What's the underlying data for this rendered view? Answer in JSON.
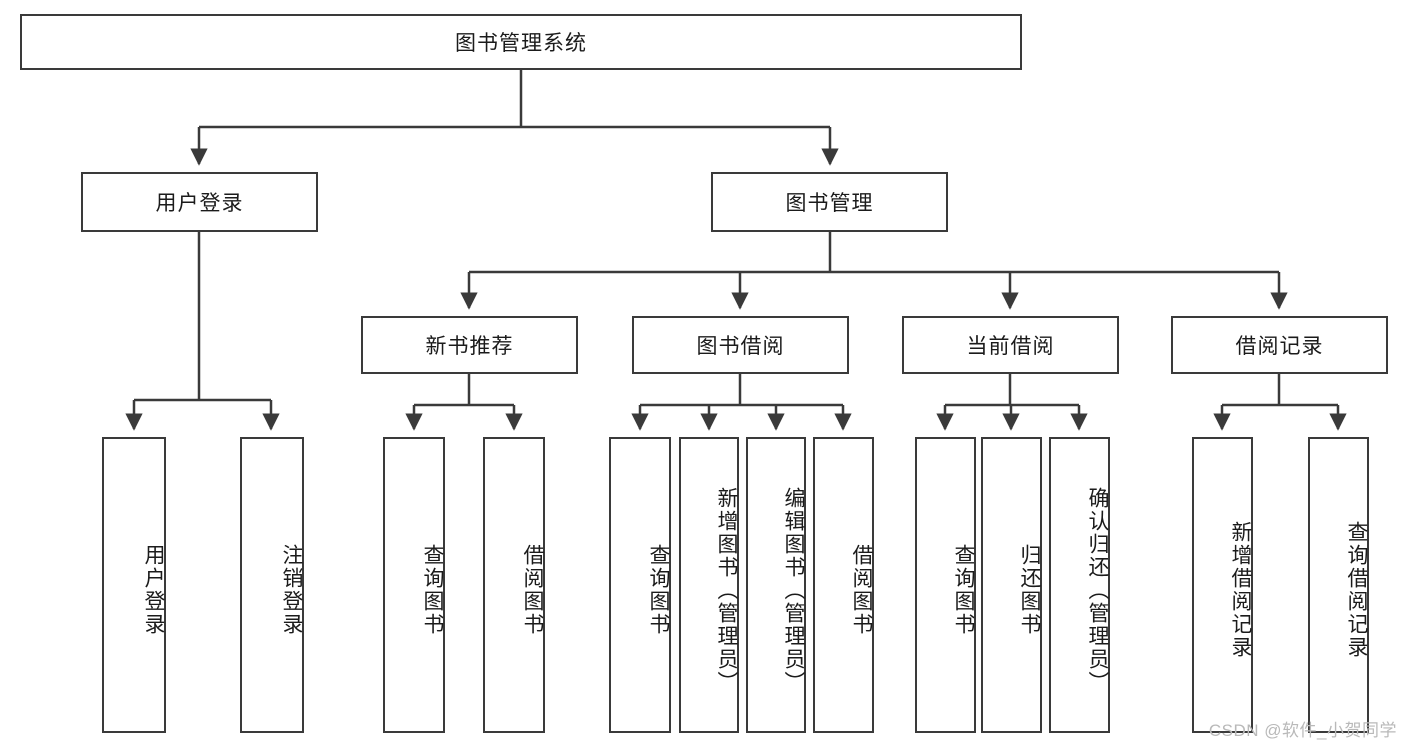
{
  "diagram": {
    "type": "tree-hierarchy",
    "title": "图书管理系统",
    "root": {
      "id": "root",
      "label": "图书管理系统"
    },
    "level2": [
      {
        "id": "user-login",
        "label": "用户登录"
      },
      {
        "id": "book-manage",
        "label": "图书管理"
      }
    ],
    "level3": [
      {
        "id": "new-book-rec",
        "label": "新书推荐",
        "parent": "book-manage"
      },
      {
        "id": "book-borrow",
        "label": "图书借阅",
        "parent": "book-manage"
      },
      {
        "id": "current-borrow",
        "label": "当前借阅",
        "parent": "book-manage"
      },
      {
        "id": "borrow-record",
        "label": "借阅记录",
        "parent": "book-manage"
      }
    ],
    "leaves": [
      {
        "id": "leaf-user-login",
        "label": "用户登录",
        "parent": "user-login"
      },
      {
        "id": "leaf-logout",
        "label": "注销登录",
        "parent": "user-login"
      },
      {
        "id": "leaf-query-book-1",
        "label": "查询图书",
        "parent": "new-book-rec"
      },
      {
        "id": "leaf-borrow-book-1",
        "label": "借阅图书",
        "parent": "new-book-rec"
      },
      {
        "id": "leaf-query-book-2",
        "label": "查询图书",
        "parent": "book-borrow"
      },
      {
        "id": "leaf-add-book",
        "label": "新增图书（管理员）",
        "parent": "book-borrow"
      },
      {
        "id": "leaf-edit-book",
        "label": "编辑图书（管理员）",
        "parent": "book-borrow"
      },
      {
        "id": "leaf-borrow-book-2",
        "label": "借阅图书",
        "parent": "book-borrow"
      },
      {
        "id": "leaf-query-book-3",
        "label": "查询图书",
        "parent": "current-borrow"
      },
      {
        "id": "leaf-return-book",
        "label": "归还图书",
        "parent": "current-borrow"
      },
      {
        "id": "leaf-confirm-return",
        "label": "确认归还（管理员）",
        "parent": "current-borrow"
      },
      {
        "id": "leaf-add-record",
        "label": "新增借阅记录",
        "parent": "borrow-record"
      },
      {
        "id": "leaf-query-record",
        "label": "查询借阅记录",
        "parent": "borrow-record"
      }
    ],
    "watermark": "CSDN @软件_小贺同学",
    "colors": {
      "stroke": "#3a3a3a",
      "text": "#1b1b1b",
      "background": "#ffffff",
      "watermark": "#b9b9b9"
    }
  }
}
